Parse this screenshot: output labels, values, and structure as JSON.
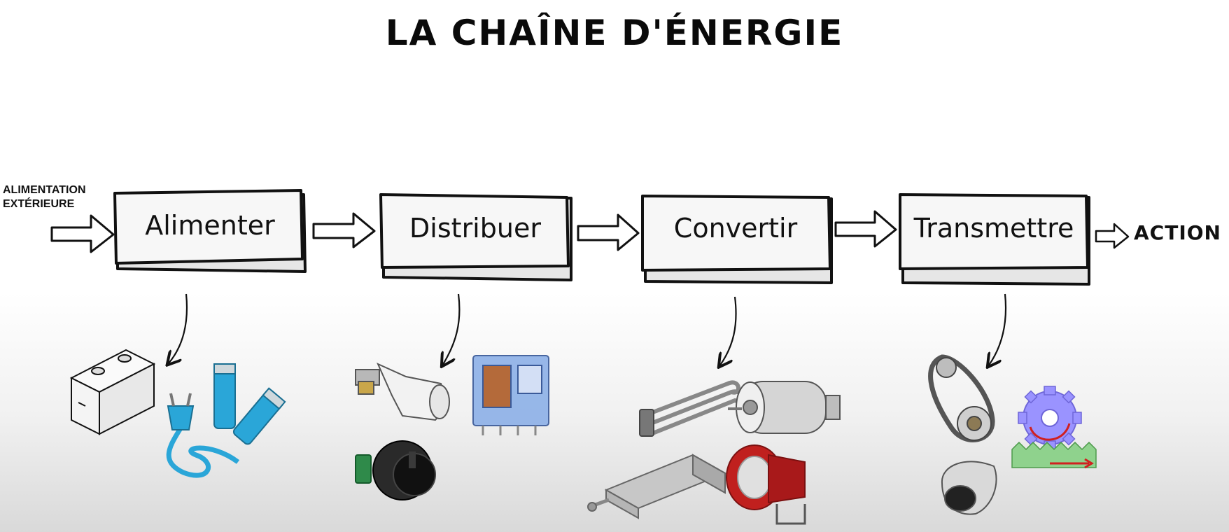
{
  "title": "LA CHAÎNE D'ÉNERGIE",
  "input_label": {
    "line1": "ALIMENTATION",
    "line2": "EXTÉRIEURE"
  },
  "output_label": "ACTION",
  "steps": [
    {
      "label": "Alimenter",
      "examples": [
        "battery",
        "power-plug",
        "aa-batteries"
      ]
    },
    {
      "label": "Distribuer",
      "examples": [
        "thermostatic-valve",
        "relay",
        "rotary-switch"
      ]
    },
    {
      "label": "Convertir",
      "examples": [
        "heating-element",
        "electric-motor",
        "pneumatic-cylinder",
        "siren"
      ]
    },
    {
      "label": "Transmettre",
      "examples": [
        "chain-sprocket",
        "rack-and-pinion",
        "reflector"
      ]
    }
  ],
  "colors": {
    "box_fill": "#f7f7f7",
    "stroke": "#111111",
    "cable_blue": "#2aa6d8",
    "relay_blue": "#5b8fd6",
    "siren_red": "#c0201e",
    "gear_purple": "#9a93ff",
    "rack_green": "#8fd28d"
  }
}
